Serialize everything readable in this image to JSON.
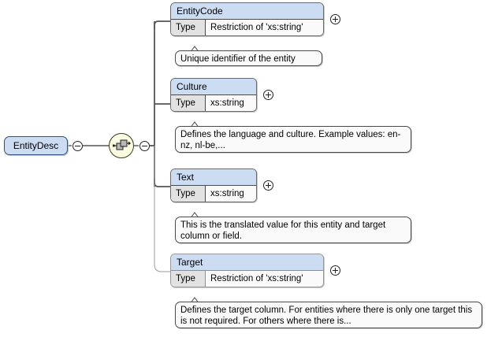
{
  "diagram": {
    "kind": "xsd-schema-tree",
    "root": {
      "label": "EntityDesc",
      "toggle": "minus-toggle",
      "compositor": "sequence-icon",
      "compositor_toggle": "minus-toggle"
    },
    "type_key_label": "Type",
    "elements": [
      {
        "name": "EntityCode",
        "type_label": "Type",
        "type_value": "Restriction of 'xs:string'",
        "toggle": "plus-toggle",
        "required": true,
        "annotation": "Unique identifier of the entity"
      },
      {
        "name": "Culture",
        "type_label": "Type",
        "type_value": "xs:string",
        "toggle": "plus-toggle",
        "required": true,
        "annotation": "Defines the language and culture. Example values: en-nz, nl-be,..."
      },
      {
        "name": "Text",
        "type_label": "Type",
        "type_value": "xs:string",
        "toggle": "plus-toggle",
        "required": true,
        "annotation": "This is the translated value for this entity and target column or field."
      },
      {
        "name": "Target",
        "type_label": "Type",
        "type_value": "Restriction of 'xs:string'",
        "toggle": "plus-toggle",
        "required": false,
        "annotation": "Defines the target column. For entities where there is only one target this is not required. For others where there is..."
      }
    ],
    "colors": {
      "header_fill": "#ccdcf2",
      "type_key_fill": "#e2e2e2",
      "box_fill": "#fafafa",
      "compositor_fill": "#fbfbe2",
      "line_required": "#555555",
      "line_optional": "#9a9a9a",
      "background": "#ffffff"
    }
  }
}
